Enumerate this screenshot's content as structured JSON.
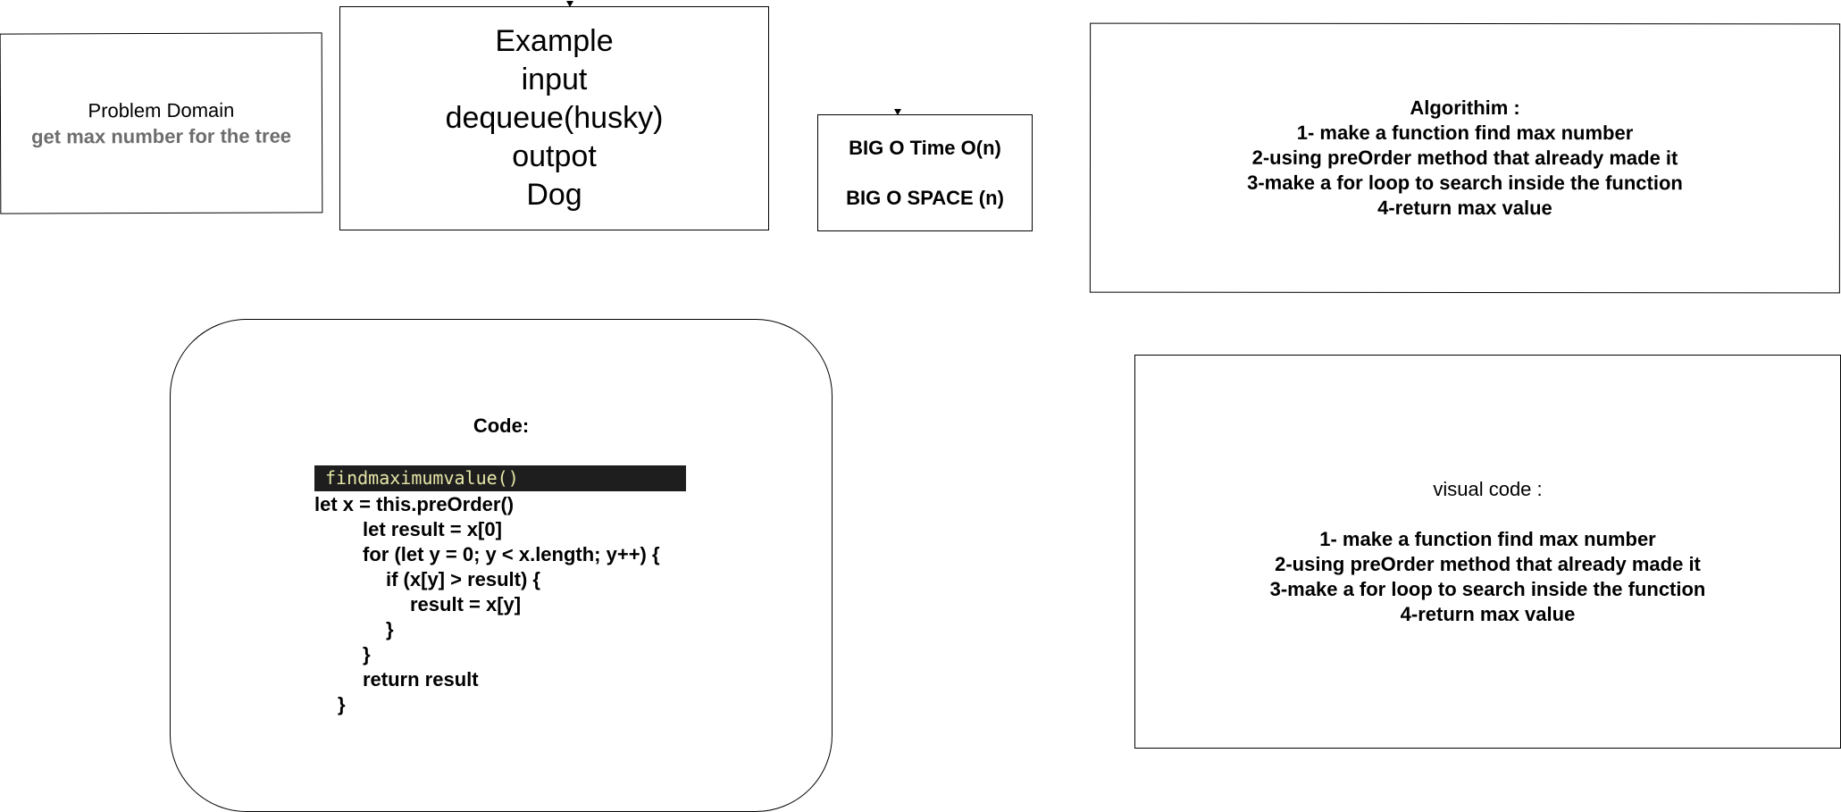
{
  "problem_domain": {
    "title": "Problem Domain",
    "subtitle": "get max number for the tree"
  },
  "example": {
    "lines": [
      "Example",
      "input",
      "dequeue(husky)",
      "outpot",
      "Dog"
    ]
  },
  "big_o": {
    "time": "BIG O Time O(n)",
    "space": "BIG O SPACE (n)"
  },
  "algorithm": {
    "title": "Algorithim :",
    "steps": [
      "1- make a function find max number",
      "2-using preOrder method that already made it",
      "3-make a for loop to search inside the function",
      "4-return max value"
    ]
  },
  "code": {
    "title": "Code:",
    "function_name": "findmaximumvalue()",
    "lines": [
      "let x = this.preOrder()",
      "let result = x[0]",
      "for (let y = 0; y < x.length; y++) {",
      "if (x[y] > result) {",
      "result = x[y]",
      "}",
      "}",
      "return result",
      "}"
    ]
  },
  "visual_code": {
    "title": "visual code :",
    "steps": [
      "1- make a function find max number",
      "2-using preOrder method that already made it",
      "3-make a for loop to search inside the function",
      "4-return max value"
    ]
  }
}
